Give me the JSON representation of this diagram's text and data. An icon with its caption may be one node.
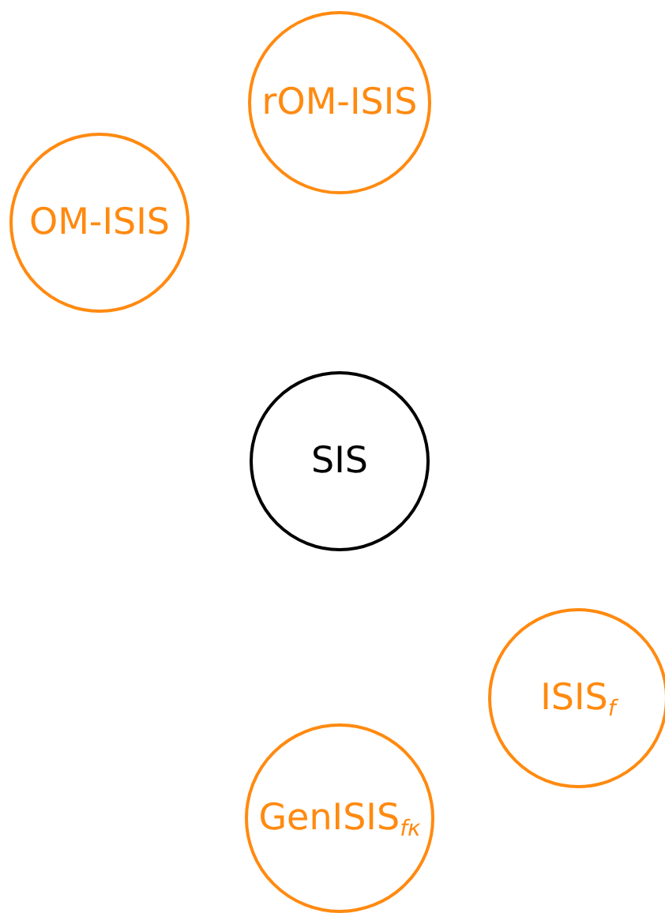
{
  "diagram": {
    "nodes": [
      {
        "text": [
          "rOM-ISIS"
        ]
      },
      {
        "text": [
          "OM-ISIS"
        ]
      },
      {
        "text": [
          "SIS"
        ]
      },
      {
        "text": [
          "ISIS$_{f}$"
        ]
      },
      {
        "text": [
          "GenISIS$_{fκ}$"
        ]
      }
    ]
  }
}
